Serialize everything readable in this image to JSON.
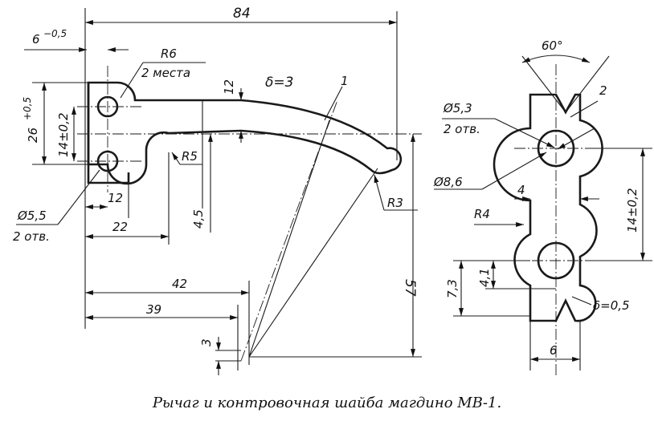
{
  "caption": "Рычаг и контровочная шайба магдино МВ-1.",
  "lever": {
    "dim_overall_width": "84",
    "dim_thickness_tab": "6",
    "dim_thickness_tab_tol": "−0,5",
    "dim_r6": "R6",
    "dim_r6_note": "2 места",
    "dim_delta": "δ=3",
    "part_number": "1",
    "dim_12_top": "12",
    "dim_26": "26",
    "dim_26_tol": "+0,5",
    "dim_14": "14±0,2",
    "dim_r5": "R5",
    "dim_45": "4,5",
    "dim_r3": "R3",
    "dim_12_bottom": "12",
    "dim_22": "22",
    "dim_hole": "Ø5,5",
    "dim_hole_note": "2 отв.",
    "dim_42": "42",
    "dim_39": "39",
    "dim_57": "57",
    "dim_3": "3"
  },
  "washer": {
    "dim_angle": "60°",
    "part_number": "2",
    "dim_hole": "Ø5,3",
    "dim_hole_note": "2 отв.",
    "dim_outer": "Ø8,6",
    "dim_4": "4",
    "dim_r4": "R4",
    "dim_14": "14±0,2",
    "dim_73": "7,3",
    "dim_41": "4,1",
    "dim_delta": "δ=0,5",
    "dim_6": "6"
  }
}
